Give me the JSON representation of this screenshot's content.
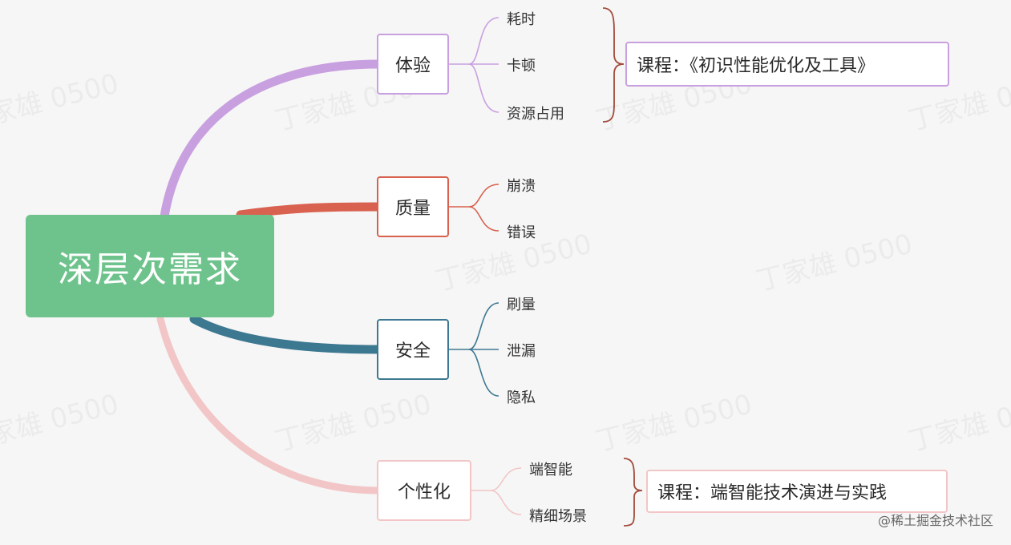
{
  "root": {
    "label": "深层次需求"
  },
  "branches": [
    {
      "label": "体验",
      "color": "#c8a0e0",
      "leaves": [
        "耗时",
        "卡顿",
        "资源占用"
      ]
    },
    {
      "label": "质量",
      "color": "#d9614f",
      "leaves": [
        "崩溃",
        "错误"
      ]
    },
    {
      "label": "安全",
      "color": "#3d7891",
      "leaves": [
        "刷量",
        "泄漏",
        "隐私"
      ]
    },
    {
      "label": "个性化",
      "color": "#f2c6c6",
      "leaves": [
        "端智能",
        "精细场景"
      ]
    }
  ],
  "courses": [
    {
      "label": "课程：《初识性能优化及工具》",
      "color": "#c8a0e0"
    },
    {
      "label": "课程：端智能技术演进与实践",
      "color": "#f2c6c6"
    }
  ],
  "watermark": "丁家雄 0500",
  "credit": "@稀土掘金技术社区"
}
